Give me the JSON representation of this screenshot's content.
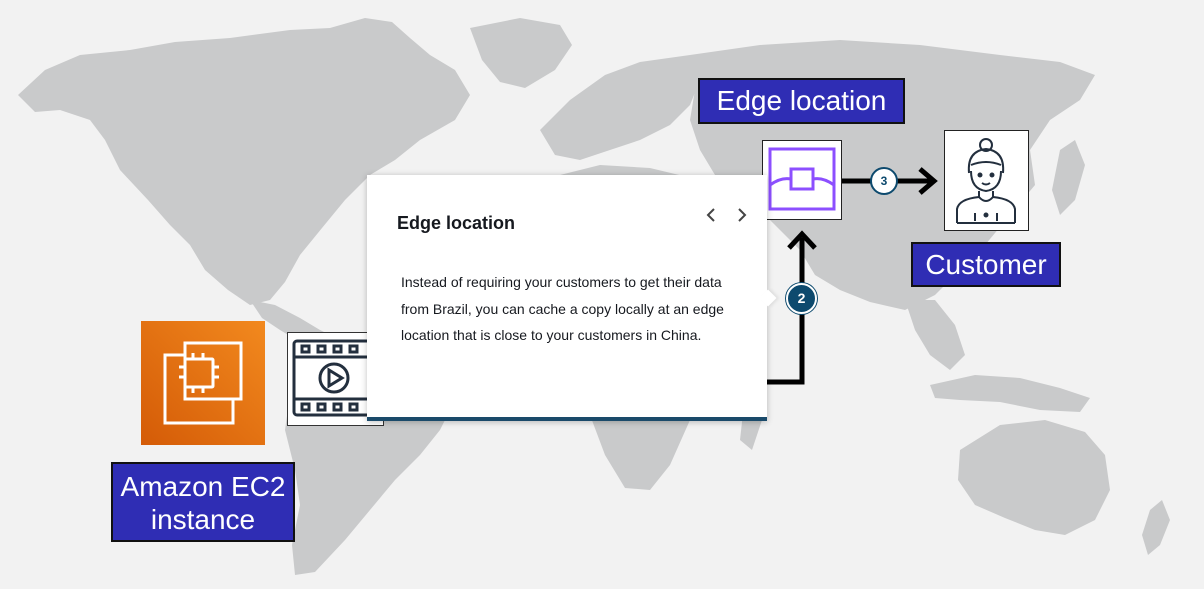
{
  "labels": {
    "edge_location": "Edge location",
    "customer": "Customer",
    "ec2_line1": "Amazon EC2",
    "ec2_line2": "instance"
  },
  "badges": {
    "step2": "2",
    "step3": "3"
  },
  "popover": {
    "title": "Edge location",
    "prev_icon": "chevron-left-icon",
    "next_icon": "chevron-right-icon",
    "body": "Instead of requiring your customers to get their data from Brazil, you can cache a copy locally at an edge location that is close to your customers in China."
  },
  "icons": {
    "ec2": "ec2-chip-icon",
    "video": "video-file-icon",
    "edge": "edge-location-icon",
    "customer": "customer-person-icon"
  },
  "colors": {
    "label_bg": "#2f2db4",
    "ec2_orange": "#e8731a",
    "edge_purple": "#8c4fff",
    "badge_blue": "#0d4a6e",
    "map_gray": "#c9cacb"
  }
}
